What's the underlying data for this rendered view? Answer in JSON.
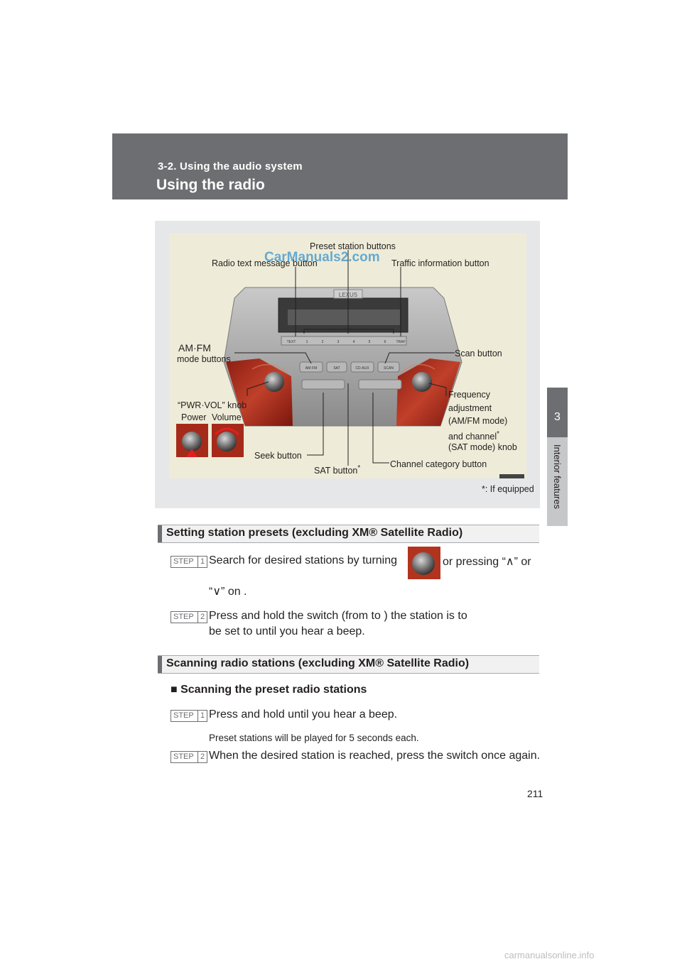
{
  "header": {
    "section": "3-2. Using the audio system",
    "title": "Using the radio"
  },
  "side_tab": {
    "number": "3",
    "label": "Interior features"
  },
  "figure": {
    "labels": {
      "preset": "Preset station buttons",
      "radio_text": "Radio text message button",
      "traffic": "Traffic information button",
      "am_fm_1": "AM·FM",
      "am_fm_2": "mode buttons",
      "scan": "Scan button",
      "pwr": "“PWR·VOL” knob",
      "power": "Power",
      "volume": "Volume",
      "freq_1": "Frequency",
      "freq_2": "adjustment",
      "freq_3": "(AM/FM mode)",
      "freq_4": "and channel",
      "freq_5": "(SAT mode) knob",
      "seek": "Seek button",
      "sat": "SAT button",
      "channel": "Channel category button",
      "asterisk": "*",
      "footnote": "*: If equipped"
    },
    "brand": "LEXUS",
    "button_labels": [
      "TEXT",
      "1",
      "2",
      "3",
      "4",
      "5",
      "6",
      "TRAF"
    ],
    "lower_buttons": [
      "AM·FM",
      "SAT",
      "CD·AUX",
      "SCAN"
    ]
  },
  "section1": {
    "title": "Setting station presets (excluding XM® Satellite Radio)",
    "step1_line1a": "Search for desired stations by turning",
    "step1_line1b": "or pressing “∧” or",
    "step1_line2": "“∨” on                           .",
    "step2_line1": "Press and hold the switch (from            to            ) the station is to",
    "step2_line2": "be set to until you hear a beep."
  },
  "section2": {
    "title": "Scanning radio stations (excluding XM® Satellite Radio)",
    "subheading": "■ Scanning the preset radio stations",
    "step1": "Press and hold               until you hear a beep.",
    "note": "Preset stations will be played for 5 seconds each.",
    "step2": "When the desired station is reached, press the switch once again."
  },
  "step_word": "STEP",
  "step_nums": [
    "1",
    "2"
  ],
  "page_number": "211",
  "watermark": "CarManuals2.com",
  "footer_mark": "carmanualsonline.info"
}
